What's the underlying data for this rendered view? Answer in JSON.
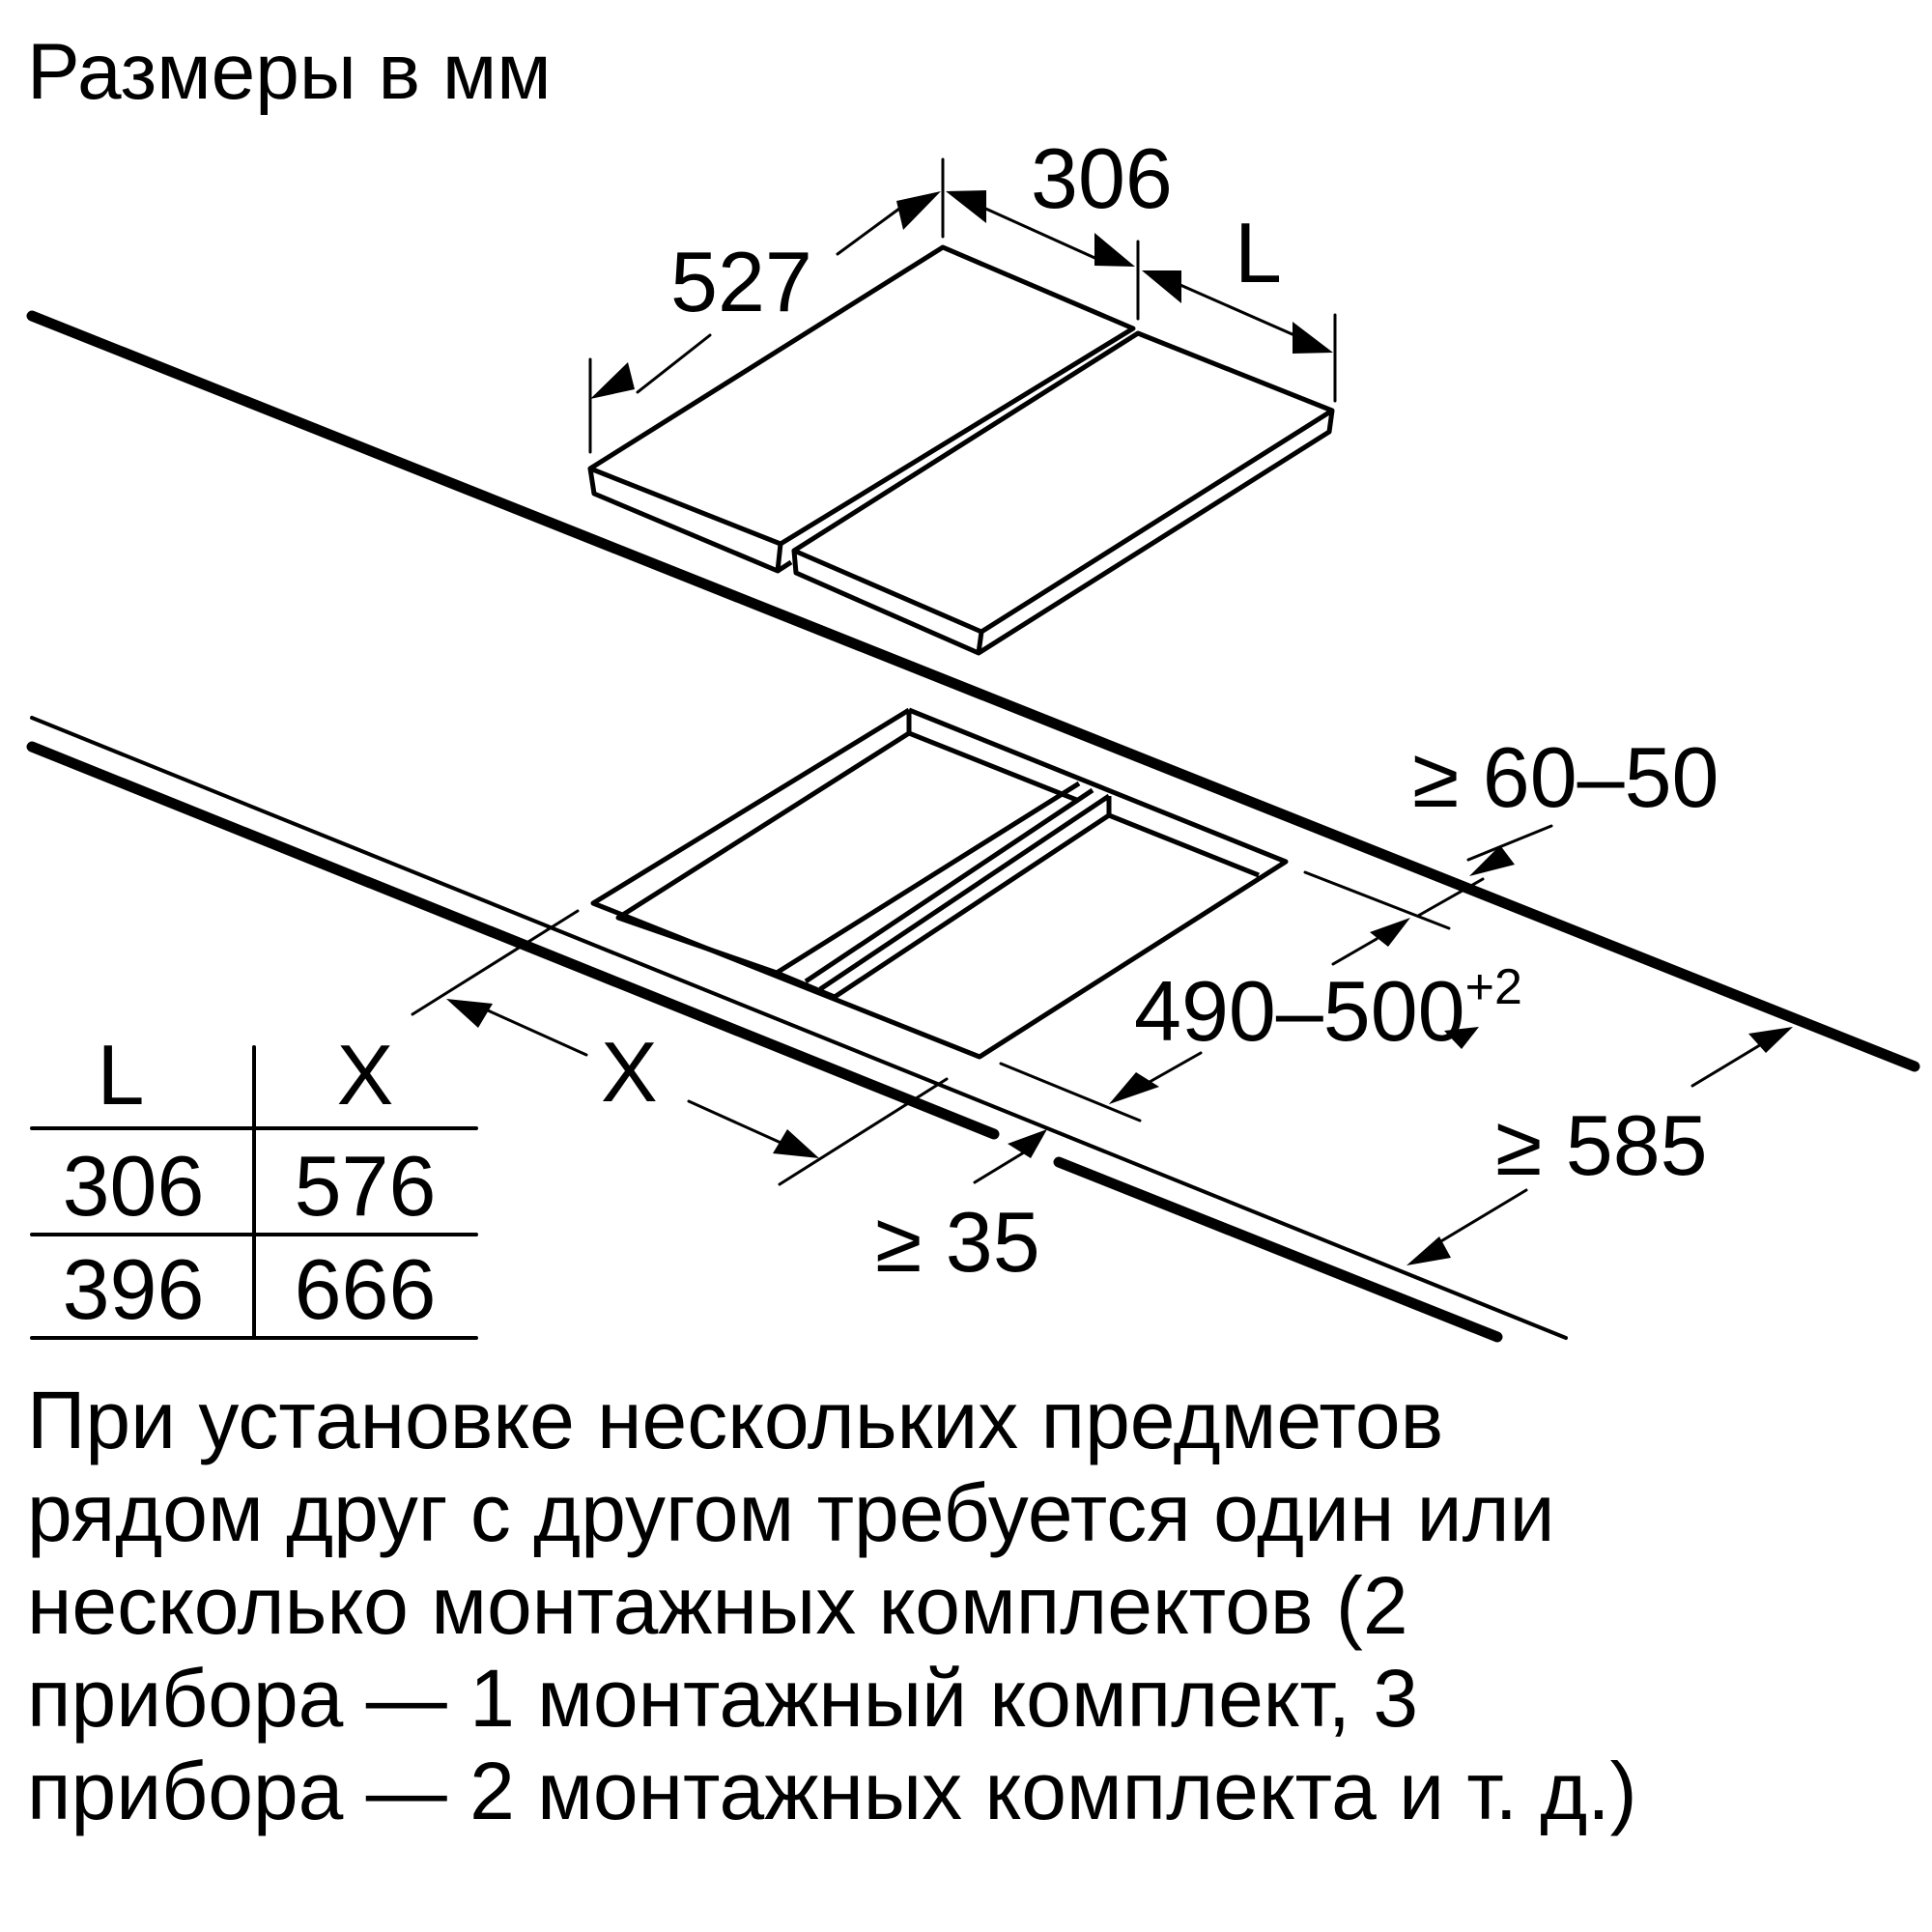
{
  "title": "Размеры в мм",
  "hob_dimensions": {
    "depth": "527",
    "width": "306",
    "width_variable": "L"
  },
  "cutout_dimensions": {
    "cutout_depth": "490–500",
    "cutout_depth_tolerance": "+2",
    "rear_clearance": "≥ 60–50",
    "worktop_depth": "≥ 585",
    "front_clearance": "≥ 35",
    "cutout_width_variable": "X"
  },
  "size_table": {
    "headers": [
      "L",
      "X"
    ],
    "rows": [
      [
        "306",
        "576"
      ],
      [
        "396",
        "666"
      ]
    ]
  },
  "note": {
    "lines": [
      "При установке нескольких предметов",
      "рядом друг с другом требуется один или",
      "несколько монтажных комплектов (2",
      "прибора — 1 монтажный комплект, 3",
      "прибора — 2 монтажных комплекта и т. д.)"
    ]
  }
}
